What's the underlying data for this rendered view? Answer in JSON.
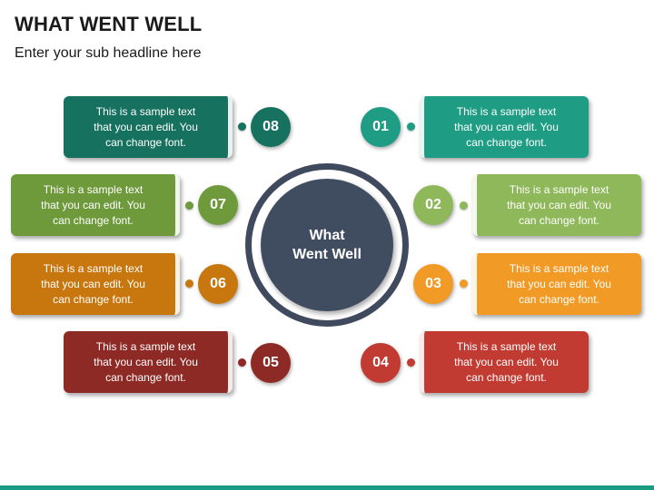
{
  "header": {
    "title": "WHAT WENT WELL",
    "subtitle": "Enter your sub headline here"
  },
  "hub": {
    "line1": "What",
    "line2": "Went Well",
    "color": "#404d61"
  },
  "items": [
    {
      "number": "01",
      "line1": "This is a sample text",
      "line2": "that you can edit. You",
      "line3": "can change font.",
      "color": "#1e9c84"
    },
    {
      "number": "02",
      "line1": "This is a sample text",
      "line2": "that you can edit. You",
      "line3": "can change font.",
      "color": "#8fb85a"
    },
    {
      "number": "03",
      "line1": "This is a sample text",
      "line2": "that you can edit. You",
      "line3": "can change font.",
      "color": "#f19a25"
    },
    {
      "number": "04",
      "line1": "This is a sample text",
      "line2": "that you can edit. You",
      "line3": "can change font.",
      "color": "#c23b33"
    },
    {
      "number": "05",
      "line1": "This is a sample text",
      "line2": "that you can edit. You",
      "line3": "can change font.",
      "color": "#8e2a25"
    },
    {
      "number": "06",
      "line1": "This is a sample text",
      "line2": "that you can edit. You",
      "line3": "can change font.",
      "color": "#c8770f"
    },
    {
      "number": "07",
      "line1": "This is a sample text",
      "line2": "that you can edit. You",
      "line3": "can change font.",
      "color": "#6f9a3c"
    },
    {
      "number": "08",
      "line1": "This is a sample text",
      "line2": "that you can edit. You",
      "line3": "can change font.",
      "color": "#17715f"
    }
  ],
  "footer": {
    "color": "#1a9c84"
  }
}
